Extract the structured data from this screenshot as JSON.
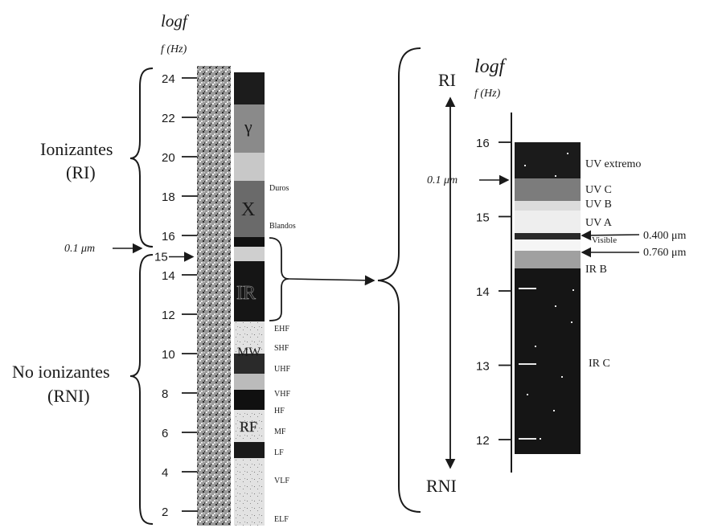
{
  "left_scale": {
    "title": "logf",
    "unit": "f (Hz)",
    "ticks": [
      "24",
      "22",
      "20",
      "18",
      "16",
      "15",
      "14",
      "12",
      "10",
      "8",
      "6",
      "4",
      "2"
    ],
    "group_labels": {
      "ionizing": "Ionizantes",
      "ionizing_abbr": "(RI)",
      "non_ionizing": "No ionizantes",
      "non_ionizing_abbr": "(RNI)"
    },
    "boundary": "0.1 μm",
    "band_letters": {
      "gamma": "γ",
      "x": "X",
      "ir": "IR",
      "mw": "MW",
      "rf": "RF"
    },
    "band_labels": [
      "Duros",
      "Blandos",
      "EHF",
      "SHF",
      "UHF",
      "VHF",
      "HF",
      "MF",
      "LF",
      "VLF",
      "ELF"
    ]
  },
  "right_scale": {
    "title": "logf",
    "unit": "f (Hz)",
    "ri": "RI",
    "rni": "RNI",
    "boundary": "0.1 μm",
    "ticks": [
      "16",
      "15",
      "14",
      "13",
      "12"
    ],
    "band_labels": {
      "uv_extreme": "UV extremo",
      "uv_c": "UV C",
      "uv_b": "UV B",
      "uv_a": "UV A",
      "visible": "Visible",
      "ir_b": "IR B",
      "ir_c": "IR C"
    },
    "wavelengths": [
      "0.400 μm",
      "0.760 μm"
    ]
  },
  "colors": {
    "ink": "#1a1a1a",
    "dark_band": "#1b1b1b",
    "light_band": "#d8d8d8",
    "mid_band": "#8a8a8a"
  }
}
